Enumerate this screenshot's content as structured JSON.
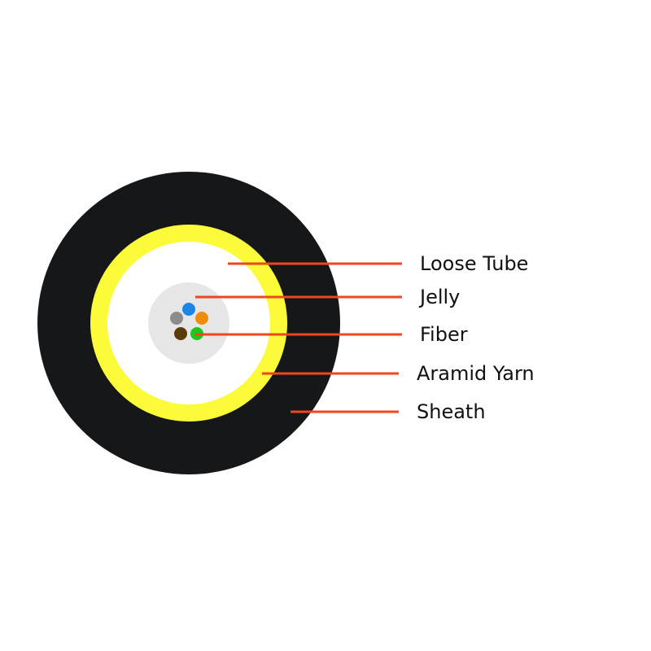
{
  "colors": {
    "sheath": "#161719",
    "aramid_yarn": "#fbfb3a",
    "loose_tube": "#ffffff",
    "jelly": "#e6e6e6",
    "leader_line": "#f0461e",
    "fiber_colors": [
      "#1c86e8",
      "#f08c0c",
      "#1dc81d",
      "#5a3c0a",
      "#8c8c8c"
    ]
  },
  "labels": {
    "loose_tube": "Loose Tube",
    "jelly": "Jelly",
    "fiber": "Fiber",
    "aramid_yarn": "Aramid Yarn",
    "sheath": "Sheath"
  },
  "fibers": [
    {
      "name": "blue",
      "color": "#1c86e8"
    },
    {
      "name": "orange",
      "color": "#f08c0c"
    },
    {
      "name": "green",
      "color": "#1dc81d"
    },
    {
      "name": "brown",
      "color": "#5a3c0a"
    },
    {
      "name": "gray",
      "color": "#8c8c8c"
    }
  ]
}
